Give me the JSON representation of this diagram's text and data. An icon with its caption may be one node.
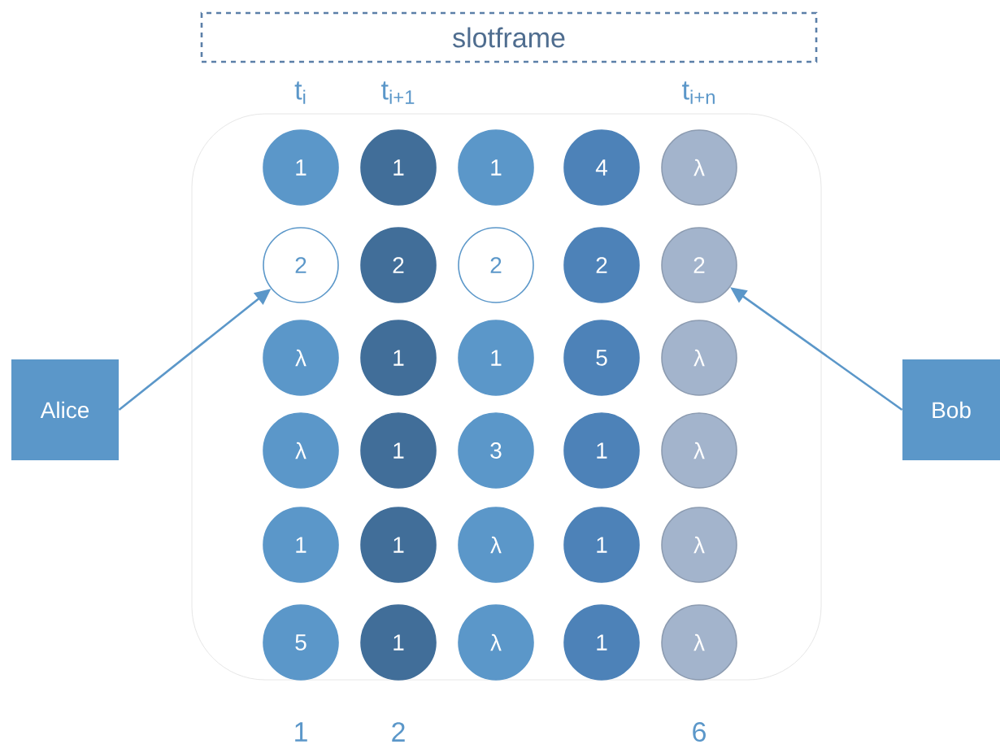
{
  "diagram": {
    "nodes": [
      {
        "text": [
          "slotframe"
        ]
      },
      {
        "text": [
          "1"
        ]
      },
      {
        "text": [
          "1"
        ]
      },
      {
        "text": [
          "1"
        ]
      },
      {
        "text": [
          "4"
        ]
      },
      {
        "text": [
          "λ"
        ]
      },
      {
        "text": [
          "2"
        ]
      },
      {
        "text": [
          "2"
        ]
      },
      {
        "text": [
          "2"
        ]
      },
      {
        "text": [
          "2"
        ]
      },
      {
        "text": [
          "2"
        ]
      },
      {
        "text": [
          "λ"
        ]
      },
      {
        "text": [
          "1"
        ]
      },
      {
        "text": [
          "1"
        ]
      },
      {
        "text": [
          "5"
        ]
      },
      {
        "text": [
          "λ"
        ]
      },
      {
        "text": [
          "λ"
        ]
      },
      {
        "text": [
          "1"
        ]
      },
      {
        "text": [
          "3"
        ]
      },
      {
        "text": [
          "1"
        ]
      },
      {
        "text": [
          "λ"
        ]
      },
      {
        "text": [
          "1"
        ]
      },
      {
        "text": [
          "1"
        ]
      },
      {
        "text": [
          "λ"
        ]
      },
      {
        "text": [
          "1"
        ]
      },
      {
        "text": [
          "λ"
        ]
      },
      {
        "text": [
          "5"
        ]
      },
      {
        "text": [
          "1"
        ]
      },
      {
        "text": [
          "λ"
        ]
      },
      {
        "text": [
          "1"
        ]
      },
      {
        "text": [
          "λ"
        ]
      },
      {
        "text": [
          "Alice"
        ]
      },
      {
        "text": [
          "Bob"
        ]
      }
    ],
    "edges": [
      {
        "from": 31,
        "to": 6,
        "arrow": "to"
      },
      {
        "from": 32,
        "to": 10,
        "arrow": "to"
      }
    ],
    "labels": [
      "t$_{i}$",
      "t$_{i+1}$",
      "t$_{i+n}$",
      "1",
      "2",
      "6"
    ]
  }
}
